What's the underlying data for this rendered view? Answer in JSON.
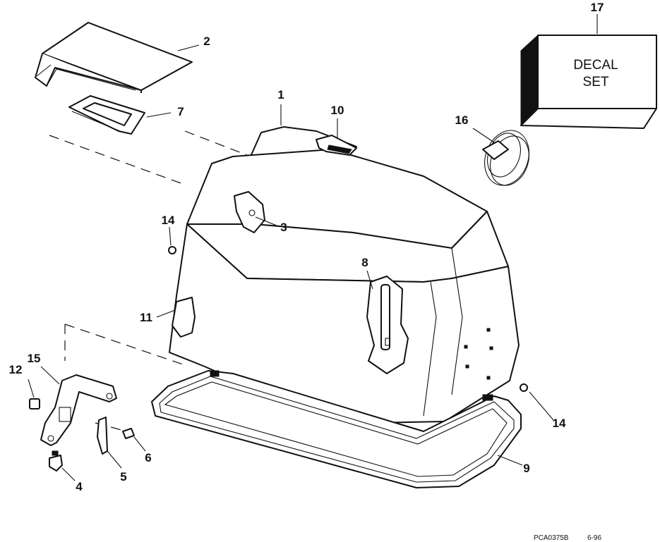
{
  "callouts": {
    "c1": "1",
    "c2": "2",
    "c3": "3",
    "c4": "4",
    "c5": "5",
    "c6": "6",
    "c7": "7",
    "c8": "8",
    "c9": "9",
    "c10": "10",
    "c11": "11",
    "c12": "12",
    "c14a": "14",
    "c14b": "14",
    "c15": "15",
    "c16": "16",
    "c17": "17"
  },
  "decal_box": {
    "line1": "DECAL",
    "line2": "SET"
  },
  "footer": {
    "code": "PCA0375B",
    "date": "6-96"
  }
}
